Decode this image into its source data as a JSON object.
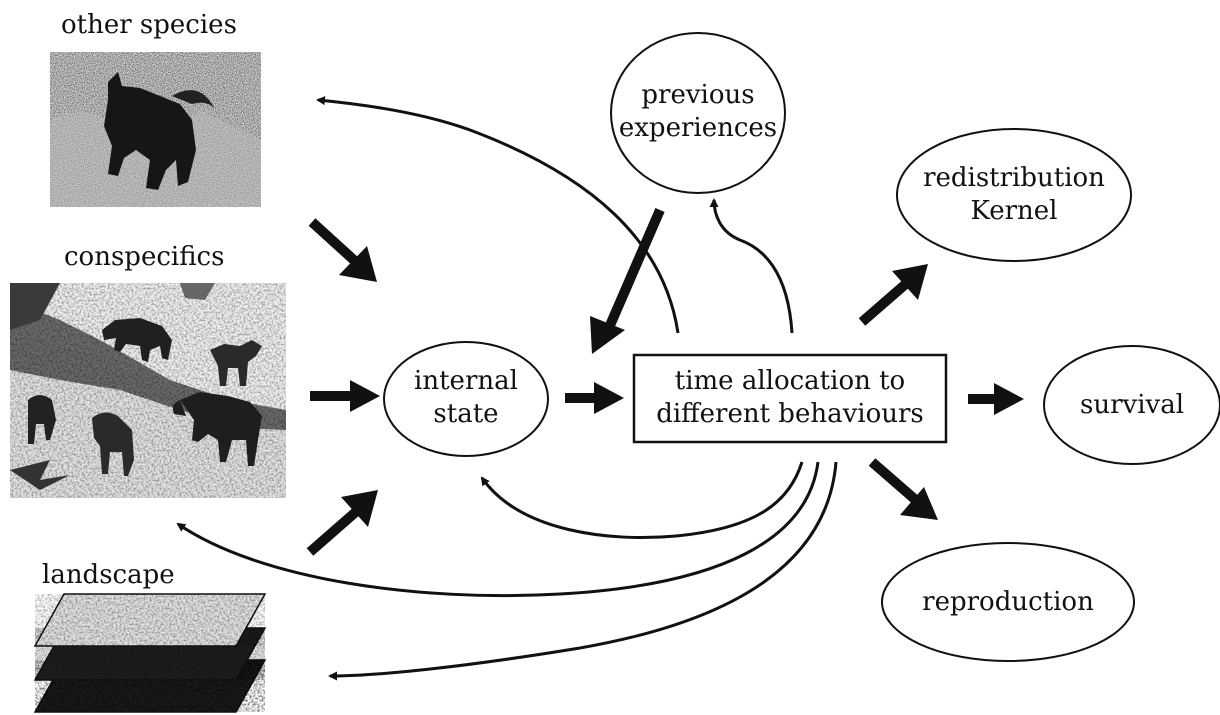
{
  "inputs": {
    "other_species": "other species",
    "conspecifics": "conspecifics",
    "landscape": "landscape"
  },
  "nodes": {
    "internal_state": {
      "line1": "internal",
      "line2": "state"
    },
    "time_allocation": {
      "line1": "time allocation to",
      "line2": "different behaviours"
    },
    "previous_experiences": {
      "line1": "previous",
      "line2": "experiences"
    },
    "redistribution_kernel": {
      "line1": "redistribution",
      "line2": "Kernel"
    },
    "survival": "survival",
    "reproduction": "reproduction"
  },
  "images": {
    "other_species": "grayscale photo of a wolf",
    "conspecifics": "grayscale photo of elk and bighorn sheep on a snowy slope",
    "landscape": "stacked landscape raster map layers"
  },
  "colors": {
    "ink": "#111111",
    "background": "#ffffff"
  }
}
